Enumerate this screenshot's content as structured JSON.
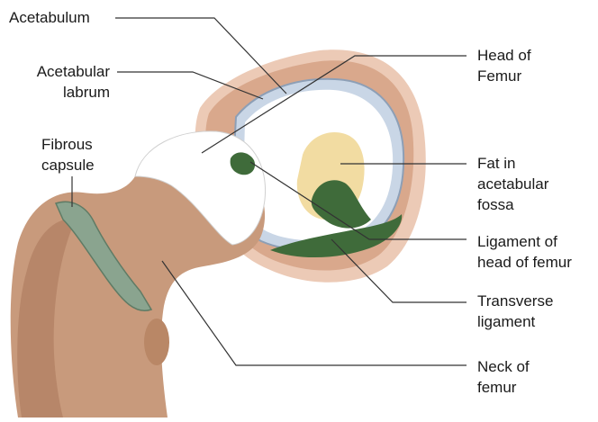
{
  "labels": {
    "acetabulum": "Acetabulum",
    "acetabular_labrum_1": "Acetabular",
    "acetabular_labrum_2": "labrum",
    "fibrous_capsule_1": "Fibrous",
    "fibrous_capsule_2": "capsule",
    "head_of_femur_1": "Head of",
    "head_of_femur_2": "Femur",
    "fat_1": "Fat in",
    "fat_2": "acetabular",
    "fat_3": "fossa",
    "ligament_head_1": "Ligament of",
    "ligament_head_2": "head of femur",
    "transverse_1": "Transverse",
    "transverse_2": "ligament",
    "neck_1": "Neck of",
    "neck_2": "femur"
  },
  "colors": {
    "bone": "#c89a7c",
    "bone_shadow": "#a9765a",
    "bone_halo": "#eccab6",
    "cartilage": "#ffffff",
    "labrum": "#c9d6e6",
    "fat": "#f2dca2",
    "ligament": "#3f6b3a",
    "capsule": "#8aa48f",
    "leader": "#333333"
  }
}
